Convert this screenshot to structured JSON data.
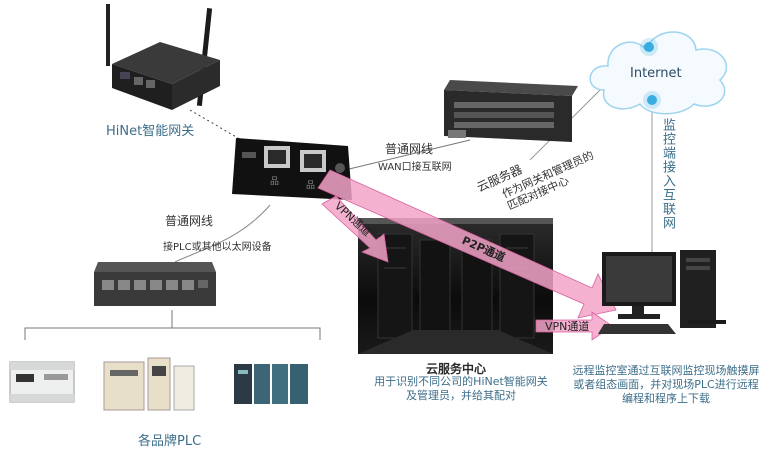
{
  "labels": {
    "gateway_title": "HiNet智能网关",
    "cable_top": "普通网线",
    "wan_label": "WAN口接互联网",
    "cable_left": "普通网线",
    "lan_label": "接PLC或其他以太网设备",
    "cloud_server": "云服务器",
    "cloud_server_desc": [
      "作为网关和管理员的",
      "匹配对接中心"
    ],
    "internet": "Internet",
    "monitor_internet": "监控端接入互联网",
    "vpn_1": "VPN通道",
    "vpn_2": "VPN通道",
    "p2p": "P2P通道",
    "cloud_center_title": "云服务中心",
    "cloud_center_desc": [
      "用于识别不同公司的HiNet智能网关",
      "及管理员，并给其配对"
    ],
    "remote_desc": [
      "远程监控室通过互联网监控现场触摸屏",
      "或者组态画面，并对现场PLC进行远程",
      "编程和程序上下载"
    ],
    "plc_caption": "各品牌PLC"
  },
  "colors": {
    "arrow_pink": "#f2a3c8",
    "arrow_edge": "#d9609e",
    "text_teal": "#3c6e8a",
    "cloud_blue": "#9ed4ee",
    "node_blue": "#2aa6e0"
  },
  "icons": {
    "gateway_router": "gateway-router-icon",
    "gateway_closeup": "gateway-ports-icon",
    "server_rack": "server-rack-icon",
    "cloud": "cloud-icon",
    "datacenter": "datacenter-photo",
    "computer": "computer-icon",
    "industrial_switch": "industrial-pc-icon",
    "plc": "plc-icon"
  }
}
